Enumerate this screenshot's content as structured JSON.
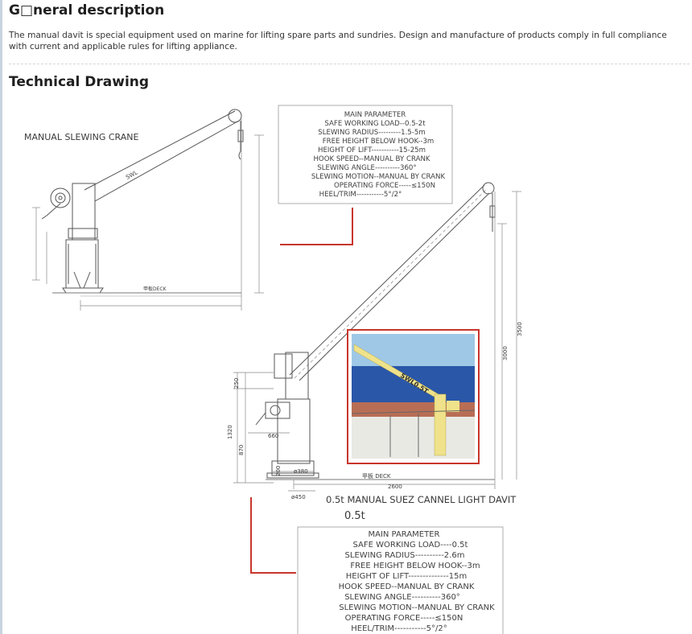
{
  "general": {
    "heading": "G□neral description",
    "text": "The manual davit is special equipment used on marine for lifting spare parts and sundries. Design and manufacture of products comply in full compliance with current and applicable rules for lifting appliance."
  },
  "technical": {
    "heading": "Technical Drawing"
  },
  "drawing": {
    "crane1_title": "MANUAL SLEWING CRANE",
    "params1": [
      "MAIN PARAMETER",
      "SAFE WORKING LOAD--0.5-2t",
      "SLEWING RADIUS---------1.5-5m",
      "FREE HEIGHT BELOW HOOK--3m",
      "HEIGHT OF LIFT-----------15-25m",
      "HOOK SPEED--MANUAL BY CRANK",
      "SLEWING ANGLE----------360°",
      "SLEWING MOTION--MANUAL BY CRANK",
      "OPERATING FORCE-----≤150N",
      "HEEL/TRIM-----------5°/2°"
    ],
    "swl_label": "SWL",
    "deck1_label": "甲板DECK",
    "dims": {
      "d250": "250",
      "d1320": "1320",
      "d870": "870",
      "d660": "660",
      "d200": "200",
      "d380": "ø380",
      "d450": "ø450",
      "d2600": "2600",
      "d3000": "3000",
      "d3500": "3500"
    },
    "deck2_label": "甲板 DECK",
    "davit_title": "0.5t MANUAL SUEZ CANNEL LIGHT DAVIT",
    "davit_sub": "0.5t",
    "photo_label": "SWL0.5T",
    "params2": [
      "MAIN PARAMETER",
      "SAFE WORKING LOAD----0.5t",
      "SLEWING RADIUS----------2.6m",
      "FREE HEIGHT BELOW HOOK--3m",
      "HEIGHT OF LIFT--------------15m",
      "HOOK SPEED--MANUAL BY CRANK",
      "SLEWING ANGLE----------360°",
      "SLEWING MOTION--MANUAL BY CRANK",
      "OPERATING FORCE-----≤150N",
      "HEEL/TRIM-----------5°/2°"
    ]
  },
  "colors": {
    "accent_red": "#c8362c",
    "photo_sky": "#9fc8e6",
    "photo_yellow": "#efe28a"
  }
}
